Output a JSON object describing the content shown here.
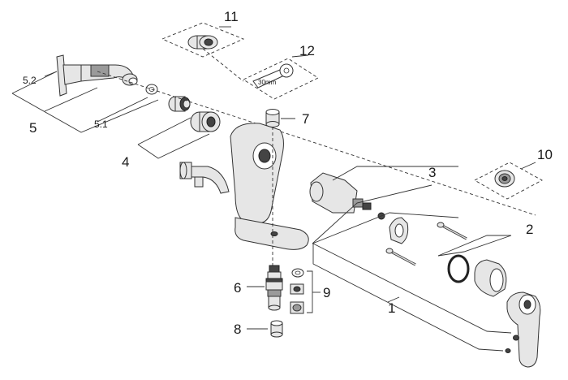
{
  "labels": {
    "l1": "1",
    "l2": "2",
    "l3": "3",
    "l4": "4",
    "l5": "5",
    "l51": "5.1",
    "l52": "5.2",
    "l6": "6",
    "l7": "7",
    "l8": "8",
    "l9": "9",
    "l10": "10",
    "l11": "11",
    "l12": "12"
  },
  "tool_label": "30mm"
}
